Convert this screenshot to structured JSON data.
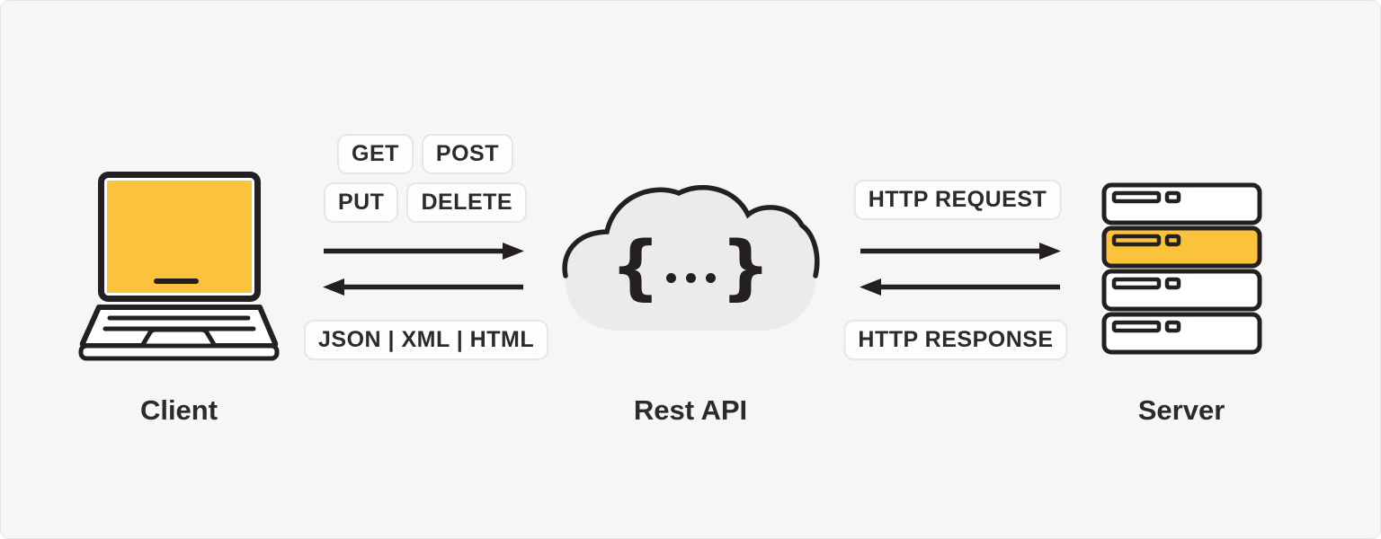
{
  "title": "REST API architecture diagram",
  "colors": {
    "background": "#f6f6f6",
    "ink": "#2b2a2e",
    "accent_yellow": "#fbc23b",
    "cloud_fill": "#ebebeb",
    "badge_bg": "#fdfdfd",
    "badge_border": "#e6e6e6"
  },
  "nodes": {
    "client": {
      "label": "Client",
      "icon": "laptop-icon"
    },
    "api": {
      "label": "Rest API",
      "icon": "cloud-icon",
      "glyph": "{...}",
      "brace_open": "{",
      "brace_close": "}"
    },
    "server": {
      "label": "Server",
      "icon": "server-stack-icon",
      "rack_units": 4,
      "highlighted_unit": 2
    }
  },
  "links": {
    "client_api": {
      "methods": [
        "GET",
        "POST",
        "PUT",
        "DELETE"
      ],
      "response_formats": "JSON | XML | HTML",
      "forward_arrow": "right",
      "back_arrow": "left"
    },
    "api_server": {
      "request_label": "HTTP REQUEST",
      "response_label": "HTTP RESPONSE",
      "forward_arrow": "right",
      "back_arrow": "left"
    }
  }
}
